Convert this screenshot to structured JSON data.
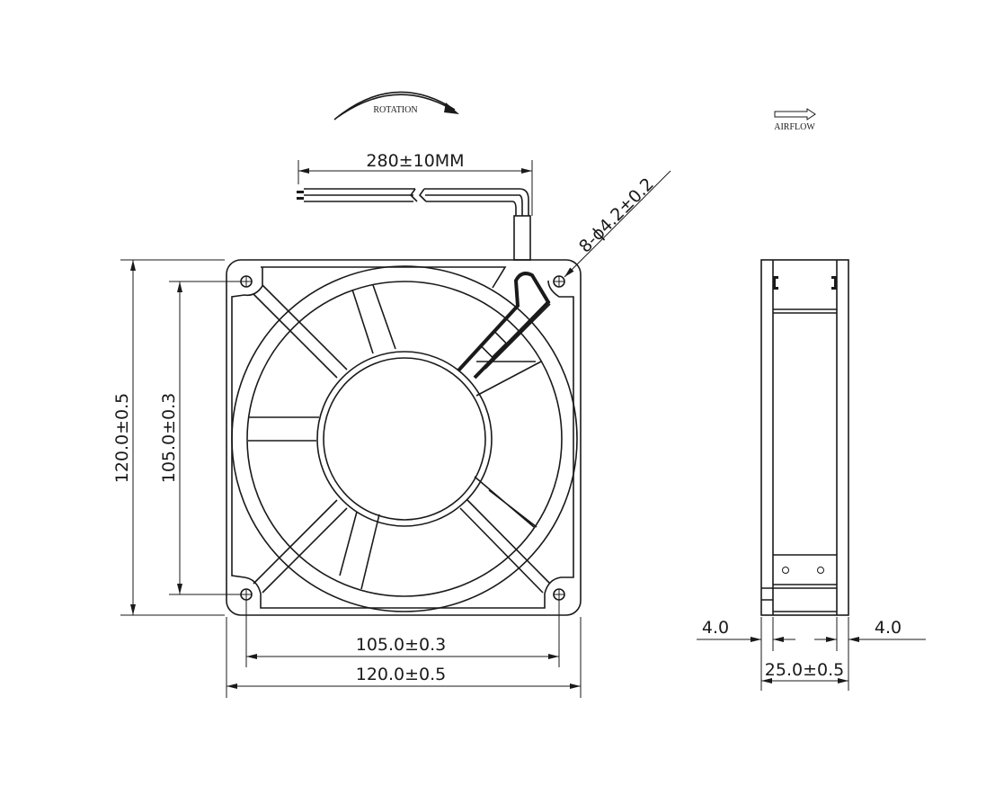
{
  "annotations": {
    "rotation": "ROTATION",
    "airflow": "AIRFLOW"
  },
  "dimensions": {
    "lead_length": "280±10MM",
    "mount_holes": "8-ϕ4.2±0.2",
    "height_overall": "120.0±0.5",
    "height_hole_pitch": "105.0±0.3",
    "width_hole_pitch": "105.0±0.3",
    "width_overall": "120.0±0.5",
    "flange_left": "4.0",
    "flange_right": "4.0",
    "depth_overall": "25.0±0.5"
  },
  "colors": {
    "line": "#1a1a1a",
    "background": "#ffffff"
  }
}
